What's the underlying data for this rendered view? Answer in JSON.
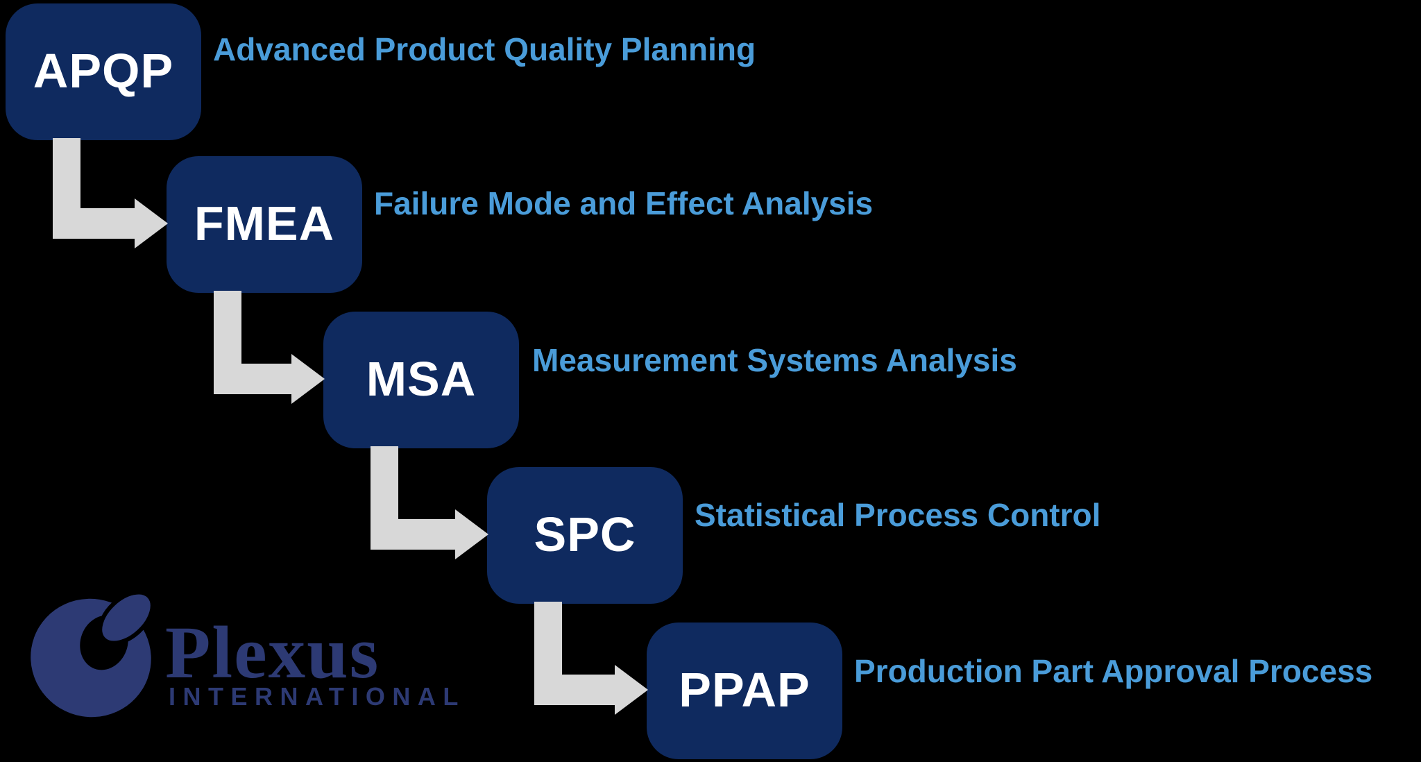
{
  "colors": {
    "background": "#000000",
    "box": "#0f2a5f",
    "box_text": "#ffffff",
    "description": "#4a9cd9",
    "arrow": "#d8d8d8",
    "logo": "#2d3a74"
  },
  "diagram": {
    "type": "staircase-process-flow",
    "steps": [
      {
        "abbr": "APQP",
        "description": "Advanced Product Quality Planning"
      },
      {
        "abbr": "FMEA",
        "description": "Failure Mode and Effect Analysis"
      },
      {
        "abbr": "MSA",
        "description": "Measurement Systems Analysis"
      },
      {
        "abbr": "SPC",
        "description": "Statistical Process Control"
      },
      {
        "abbr": "PPAP",
        "description": "Production Part Approval Process"
      }
    ]
  },
  "logo": {
    "name": "Plexus International logo",
    "wordmark": "Plexus",
    "subtext": "INTERNATIONAL"
  }
}
